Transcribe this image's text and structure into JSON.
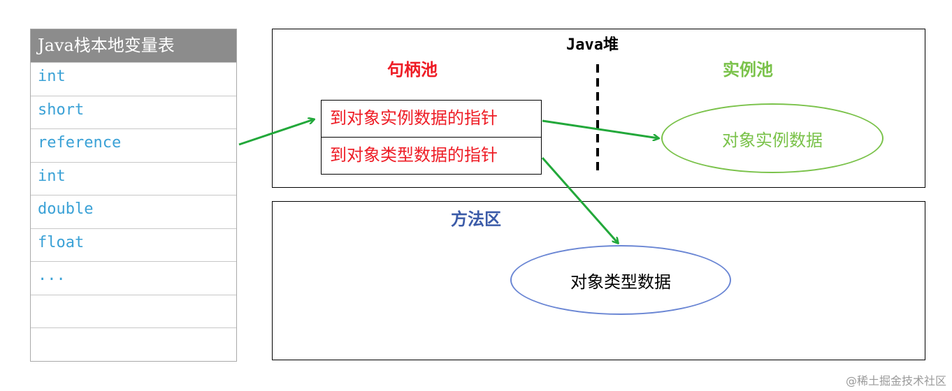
{
  "stack_table": {
    "header": "Java栈本地变量表",
    "rows": [
      "int",
      "short",
      "reference",
      "int",
      "double",
      "float",
      "...",
      "",
      ""
    ]
  },
  "heap": {
    "title": "Java堆",
    "handle_pool_label": "句柄池",
    "instance_pool_label": "实例池",
    "handle_cells": [
      "到对象实例数据的指针",
      "到对象类型数据的指针"
    ],
    "instance_data": "对象实例数据"
  },
  "method_area": {
    "title": "方法区",
    "type_data": "对象类型数据"
  },
  "watermark": "@稀土掘金技术社区",
  "colors": {
    "arrow": "#22a83a",
    "handle_red": "#ee1c25",
    "instance_green": "#7ac24a",
    "method_blue": "#3b5ba8",
    "stack_text": "#3aa1d6"
  }
}
